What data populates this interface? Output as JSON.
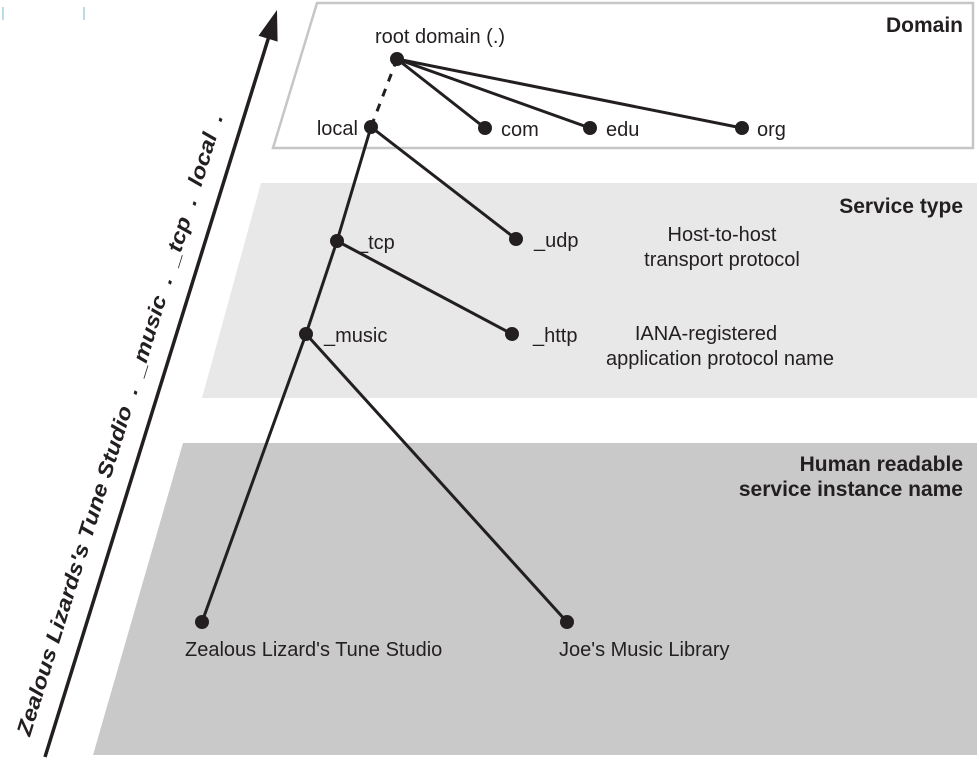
{
  "colors": {
    "line": "#231f20",
    "domain_band_fill": "#ffffff",
    "domain_band_border": "#c6c6c6",
    "service_band_fill": "#e8e8e8",
    "instance_band_fill": "#c9c9c9",
    "registration_mark": "#b9dce6"
  },
  "bands": {
    "domain": {
      "title": "Domain"
    },
    "service": {
      "title": "Service type"
    },
    "instance": {
      "title_line1": "Human readable",
      "title_line2": "service instance name"
    }
  },
  "nodes": {
    "root": "root domain (.)",
    "local": "local",
    "com": "com",
    "edu": "edu",
    "org": "org",
    "tcp": "_tcp",
    "udp": "_udp",
    "music": "_music",
    "http": "_http",
    "instance_zealous": "Zealous Lizard's Tune Studio",
    "instance_joes": "Joe's Music Library"
  },
  "annotations": {
    "transport_line1": "Host-to-host",
    "transport_line2": "transport protocol",
    "application_line1": "IANA-registered",
    "application_line2": "application protocol name"
  },
  "axis_label": "Zealous Lizards's Tune Studio  .  _music  .  _tcp  .  local  ."
}
